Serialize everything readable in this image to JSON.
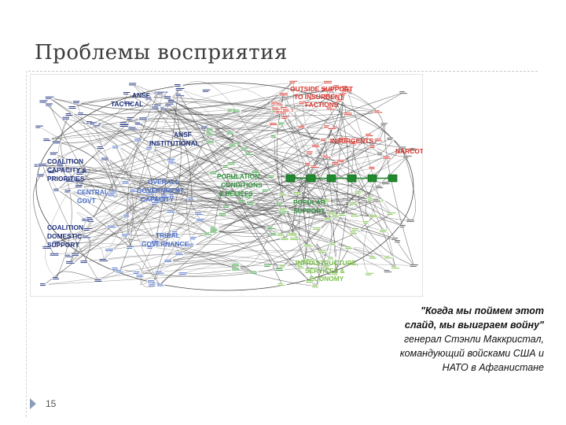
{
  "slide": {
    "title": "Проблемы восприятия",
    "page_number": "15"
  },
  "diagram": {
    "labels": {
      "ansf_tactical": [
        "ANSF",
        "TACTICAL"
      ],
      "ansf_institutional": [
        "ANSF",
        "INSTITUTIONAL"
      ],
      "coalition_capacity": [
        "COALITION",
        "CAPACITY &",
        "PRIORITIES"
      ],
      "overall_government": [
        "OVERALL",
        "GOVERNMENT",
        "CAPACITY"
      ],
      "central_govt": [
        "CENTRAL",
        "GOVT"
      ],
      "coalition_domestic": [
        "COALITION",
        "DOMESTIC",
        "SUPPORT"
      ],
      "tribal_governance": [
        "TRIBAL",
        "GOVERNANCE"
      ],
      "population_conditions": [
        "POPULATION",
        "CONDITIONS",
        "& BELIEFS"
      ],
      "outside_support": [
        "OUTSIDE SUPPORT",
        "TO INSURGENT",
        "FACTIONS"
      ],
      "insurgents": [
        "INSURGENTS"
      ],
      "narcotics": [
        "NARCOTICS"
      ],
      "popular_support": [
        "POPULAR",
        "SUPPORT"
      ],
      "infrastructure": [
        "INFRASTRUCTURE,",
        "SERVICES &",
        "ECONOMY"
      ]
    },
    "colors": {
      "navy": "#1d2f7a",
      "blue": "#4a6ec8",
      "red": "#d9332b",
      "green": "#3a9c3f",
      "light_green": "#7cc24a",
      "connector": "#4a4a4a"
    }
  },
  "quote": {
    "line1": "\"Когда мы поймем этот",
    "line2": "слайд, мы выиграем войну\"",
    "line3": "генерал Стэнли Маккристал,",
    "line4": "командующий войсками США и",
    "line5": "НАТО в Афганистане"
  }
}
